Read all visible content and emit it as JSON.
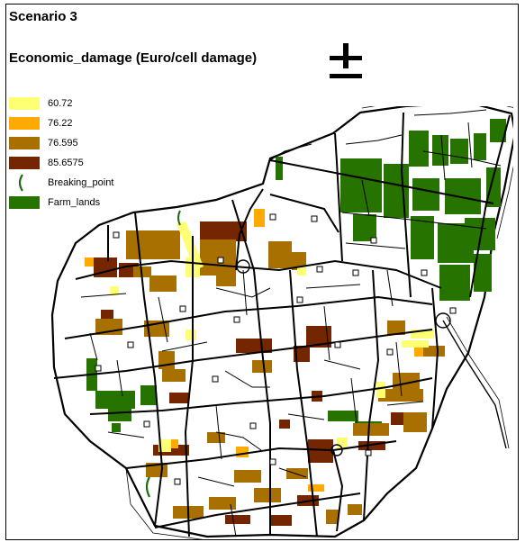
{
  "scenario_label": "Scenario 3",
  "map_title": "Economic_damage (Euro/cell damage)",
  "north_arrow_icon": "north-arrow-icon",
  "legend": [
    {
      "label": "60.72",
      "color": "#ffff73",
      "kind": "fill"
    },
    {
      "label": "76.22",
      "color": "#ffaa00",
      "kind": "fill"
    },
    {
      "label": "76.595",
      "color": "#a87000",
      "kind": "fill"
    },
    {
      "label": "85.6575",
      "color": "#732600",
      "kind": "fill"
    },
    {
      "label": "Breaking_point",
      "color": "#1e6b16",
      "kind": "arc"
    },
    {
      "label": "Farm_lands",
      "color": "#267300",
      "kind": "fill"
    }
  ]
}
